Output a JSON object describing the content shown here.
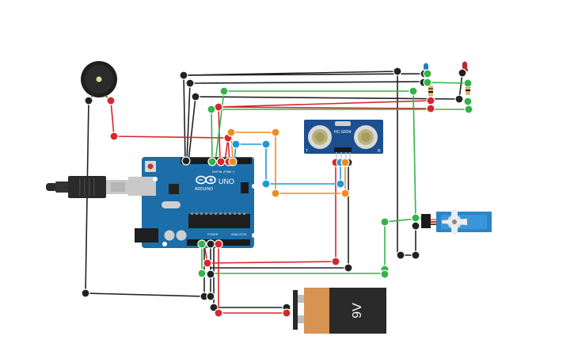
{
  "colors": {
    "background": "#ffffff",
    "wire_black": "#222222",
    "wire_red": "#d7262c",
    "wire_green": "#34b34a",
    "wire_blue": "#1a9bd7",
    "wire_orange": "#f08c1e",
    "board_blue": "#1c6ea8",
    "board_dark": "#16527f",
    "sensor_blue": "#1b4f8f",
    "servo_blue": "#2a86c8",
    "battery_copper": "#d69352",
    "battery_black": "#2a2a2a"
  },
  "components": {
    "buzzer": {
      "icon": "buzzer-icon"
    },
    "arduino": {
      "logo_text": "ARDUINO",
      "model": "UNO",
      "digital_label": "DIGITAL (PWM ~)",
      "power_label": "POWER",
      "analog_label": "ANALOG IN",
      "usb_icon": "usb-plug-icon"
    },
    "ultrasonic": {
      "model": "HC-SR04",
      "left_label": "T",
      "right_label": "R"
    },
    "leds": [
      {
        "color": "blue",
        "icon": "led-icon"
      },
      {
        "color": "red",
        "icon": "led-icon"
      }
    ],
    "servo": {
      "icon": "servo-icon"
    },
    "battery": {
      "label": "9V",
      "icon": "battery-icon"
    }
  }
}
